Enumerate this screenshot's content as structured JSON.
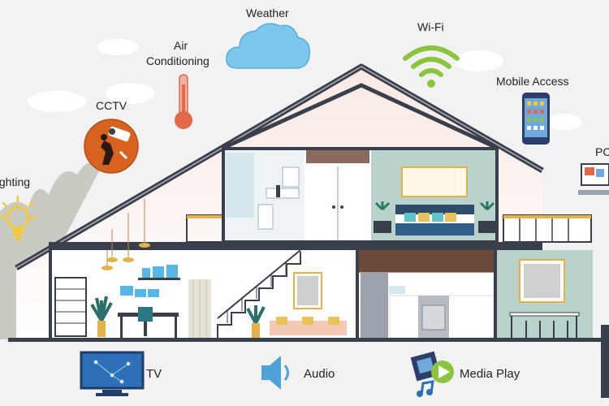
{
  "labels": {
    "weather": "Weather",
    "air_conditioning_line1": "Air",
    "air_conditioning_line2": "Conditioning",
    "wifi": "Wi-Fi",
    "mobile_access": "Mobile Access",
    "cctv": "CCTV",
    "pc": "PC",
    "lighting": "Lighting",
    "tv": "TV",
    "audio": "Audio",
    "media_play": "Media Play"
  },
  "icons": [
    "cloud-icon",
    "thermometer-icon",
    "wifi-icon",
    "smartphone-icon",
    "cctv-icon",
    "laptop-icon",
    "lightbulb-icon",
    "tv-icon",
    "speaker-icon",
    "media-play-icon"
  ],
  "colors": {
    "roof": "#3a3f4c",
    "sky_cloud": "#7cc8ec",
    "wifi": "#8bc53f",
    "cctv": "#d8621f",
    "thermometer": "#e2684a",
    "bulb": "#f6c83a",
    "wall_mint": "#b9d3cc",
    "wood": "#6b4a3a"
  }
}
